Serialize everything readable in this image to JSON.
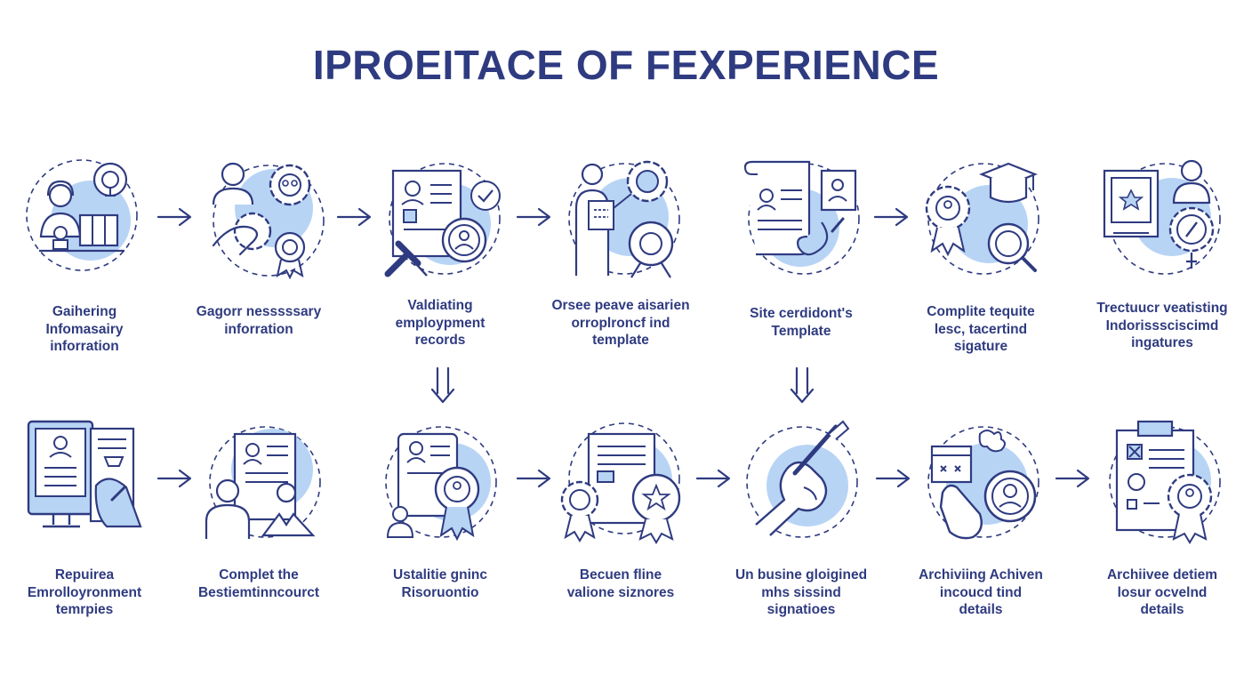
{
  "title": "IPROEITACE OF FEXPERIENCE",
  "colors": {
    "ink": "#2f3b80",
    "accent": "#b8d4f5"
  },
  "steps": [
    {
      "icon": "headset-agent-gear-icon",
      "lines": [
        "Gaihering",
        "Infomasairy",
        "inforration"
      ]
    },
    {
      "icon": "user-gear-handshake-icon",
      "lines": [
        "Gagorr nesssssary",
        "inforration"
      ]
    },
    {
      "icon": "record-check-gavel-icon",
      "lines": [
        "Valdiating",
        "employpment",
        "records"
      ]
    },
    {
      "icon": "presenter-gear-badge-icon",
      "lines": [
        "Orsee peave aisarien",
        "orroplroncf ind",
        "template"
      ]
    },
    {
      "icon": "scroll-certificate-icon",
      "lines": [
        "Site cerdidont's",
        "Template"
      ]
    },
    {
      "icon": "award-graduation-magnifier-icon",
      "lines": [
        "Complite tequite",
        "lesc, tacertind",
        "sigature"
      ]
    },
    {
      "icon": "tablet-person-compass-icon",
      "lines": [
        "Trectuucr veatisting",
        "Indorisssciscimd",
        "ingatures"
      ]
    },
    {
      "icon": "monitor-document-hand-icon",
      "lines": [
        "Repuirea",
        "Emrolloyronment",
        "temrpies"
      ]
    },
    {
      "icon": "document-people-icon",
      "lines": [
        "Complet the",
        "Bestiemtinncourct"
      ]
    },
    {
      "icon": "document-ribbon-person-icon",
      "lines": [
        "Ustalitie gninc",
        "Risoruontio"
      ]
    },
    {
      "icon": "document-two-badges-icon",
      "lines": [
        "Becuen fline",
        "valione siznores"
      ]
    },
    {
      "icon": "hand-signing-pen-icon",
      "lines": [
        "Un busine gloigined",
        "mhs sissind",
        "signatioes"
      ]
    },
    {
      "icon": "archive-hand-globe-icon",
      "lines": [
        "Archiviing Achiven",
        "incoucd tind",
        "details"
      ]
    },
    {
      "icon": "clipboard-check-badge-icon",
      "lines": [
        "Archiivee detiem",
        "losur ocvelnd",
        "details"
      ]
    }
  ]
}
